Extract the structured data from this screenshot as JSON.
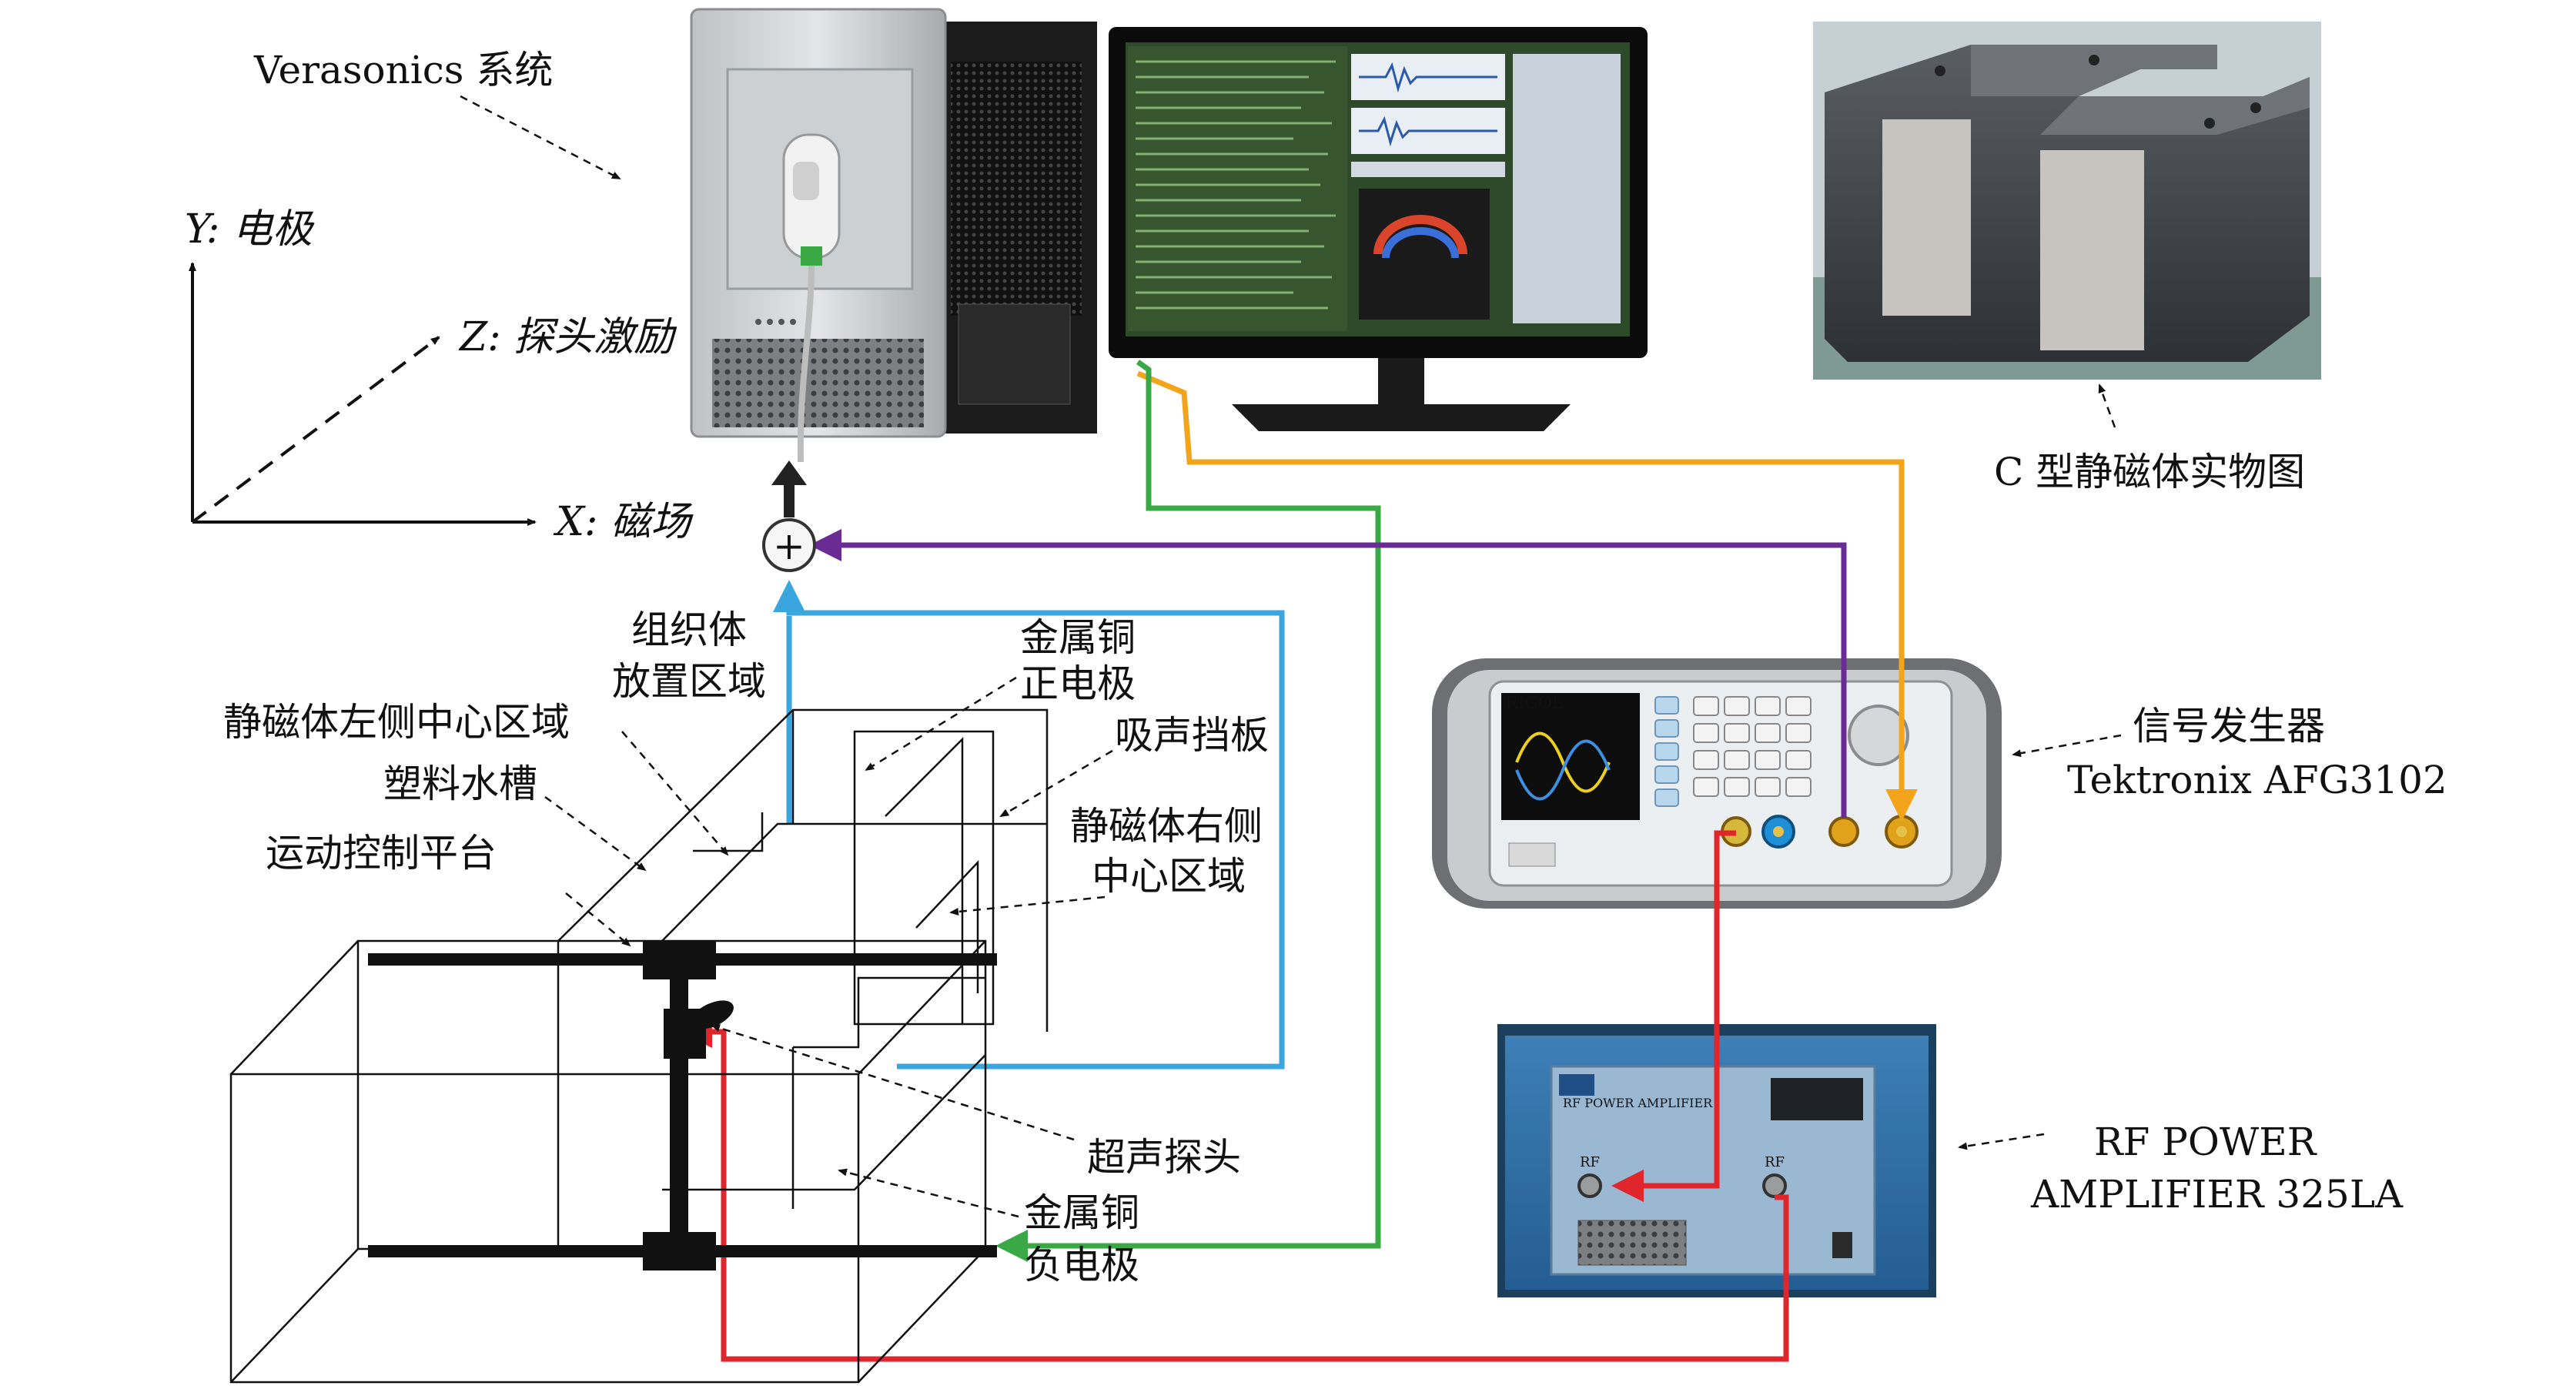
{
  "labels": {
    "verasonics": "Verasonics 系统",
    "axis_y": "Y: 电极",
    "axis_z": "Z: 探头激励",
    "axis_x": "X: 磁场",
    "magnet_photo": "C 型静磁体实物图",
    "tissue_line1": "组织体",
    "tissue_line2": "放置区域",
    "copper_pos_line1": "金属铜",
    "copper_pos_line2": "正电极",
    "left_center": "静磁体左侧中心区域",
    "absorber": "吸声挡板",
    "tank": "塑料水槽",
    "right_center_line1": "静磁体右侧",
    "right_center_line2": "中心区域",
    "platform": "运动控制平台",
    "probe": "超声探头",
    "copper_neg_line1": "金属铜",
    "copper_neg_line2": "负电极",
    "siggen_line1": "信号发生器",
    "siggen_line2": "Tektronix AFG3102",
    "amp_line1": "RF POWER",
    "amp_line2": "AMPLIFIER 325LA",
    "sum_symbol": "+"
  },
  "device_text": {
    "rigol_brand": "RIGOL",
    "amp_panel_title": "RF POWER AMPLIFIER",
    "amp_port_left": "RF",
    "amp_port_right": "RF"
  },
  "colors": {
    "red": "#e0262b",
    "blue": "#3aa6df",
    "green": "#3aa845",
    "purple": "#6a2b95",
    "orange": "#f2a51a"
  }
}
